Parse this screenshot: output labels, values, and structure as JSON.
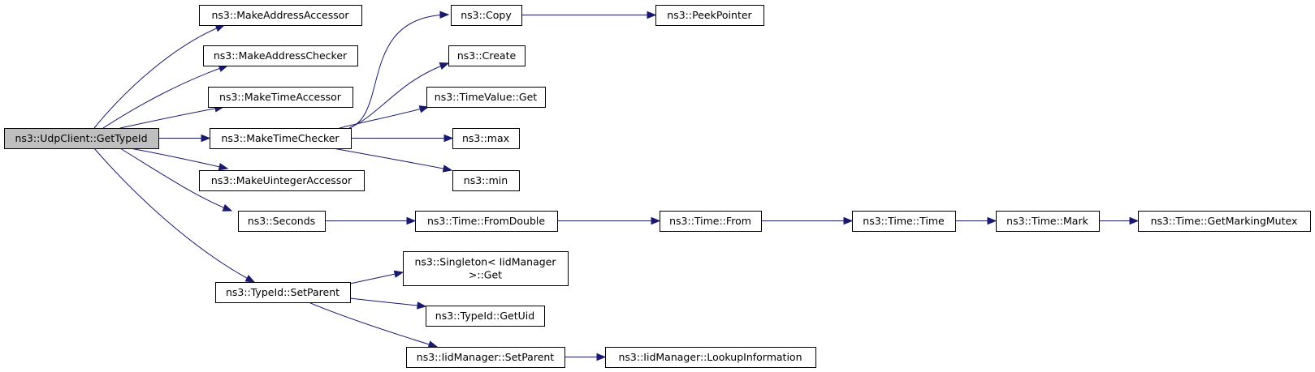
{
  "nodes": [
    {
      "id": "root",
      "label": "ns3::UdpClient::GetTypeId",
      "root": true
    },
    {
      "id": "maa",
      "label": "ns3::MakeAddressAccessor"
    },
    {
      "id": "mac",
      "label": "ns3::MakeAddressChecker"
    },
    {
      "id": "mta",
      "label": "ns3::MakeTimeAccessor"
    },
    {
      "id": "mtc",
      "label": "ns3::MakeTimeChecker"
    },
    {
      "id": "mua",
      "label": "ns3::MakeUintegerAccessor"
    },
    {
      "id": "sec",
      "label": "ns3::Seconds"
    },
    {
      "id": "tsp",
      "label": "ns3::TypeId::SetParent"
    },
    {
      "id": "copy",
      "label": "ns3::Copy"
    },
    {
      "id": "peek",
      "label": "ns3::PeekPointer"
    },
    {
      "id": "create",
      "label": "ns3::Create"
    },
    {
      "id": "tvget",
      "label": "ns3::TimeValue::Get"
    },
    {
      "id": "max",
      "label": "ns3::max"
    },
    {
      "id": "min",
      "label": "ns3::min"
    },
    {
      "id": "fromdbl",
      "label": "ns3::Time::FromDouble"
    },
    {
      "id": "from",
      "label": "ns3::Time::From"
    },
    {
      "id": "time",
      "label": "ns3::Time::Time"
    },
    {
      "id": "mark",
      "label": "ns3::Time::Mark"
    },
    {
      "id": "gmm",
      "label": "ns3::Time::GetMarkingMutex"
    },
    {
      "id": "singleton",
      "label": [
        "ns3::Singleton< IidManager",
        ">::Get"
      ]
    },
    {
      "id": "getuid",
      "label": "ns3::TypeId::GetUid"
    },
    {
      "id": "iidsp",
      "label": "ns3::IidManager::SetParent"
    },
    {
      "id": "lookup",
      "label": "ns3::IidManager::LookupInformation"
    }
  ],
  "edges": [
    [
      "root",
      "maa"
    ],
    [
      "root",
      "mac"
    ],
    [
      "root",
      "mta"
    ],
    [
      "root",
      "mtc"
    ],
    [
      "root",
      "mua"
    ],
    [
      "root",
      "sec"
    ],
    [
      "root",
      "tsp"
    ],
    [
      "mtc",
      "copy"
    ],
    [
      "mtc",
      "create"
    ],
    [
      "mtc",
      "tvget"
    ],
    [
      "mtc",
      "max"
    ],
    [
      "mtc",
      "min"
    ],
    [
      "copy",
      "peek"
    ],
    [
      "sec",
      "fromdbl"
    ],
    [
      "fromdbl",
      "from"
    ],
    [
      "from",
      "time"
    ],
    [
      "time",
      "mark"
    ],
    [
      "mark",
      "gmm"
    ],
    [
      "tsp",
      "singleton"
    ],
    [
      "tsp",
      "getuid"
    ],
    [
      "tsp",
      "iidsp"
    ],
    [
      "iidsp",
      "lookup"
    ]
  ]
}
